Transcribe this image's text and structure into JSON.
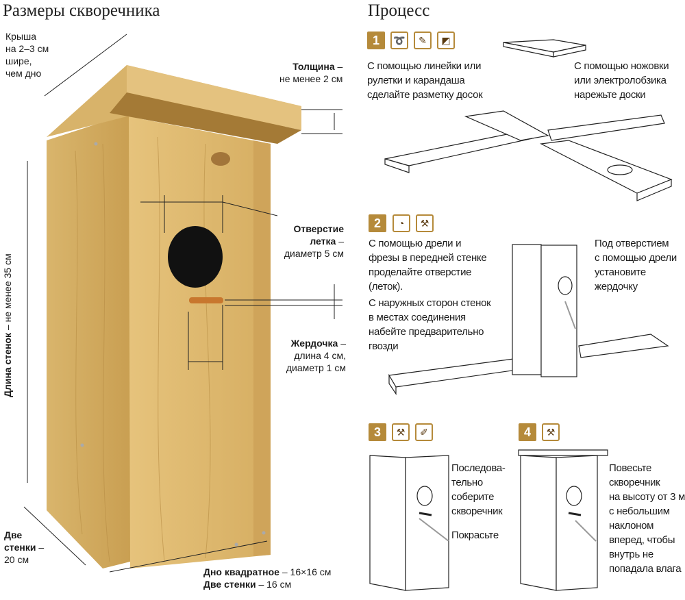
{
  "left": {
    "title": "Размеры скворечника",
    "roof": [
      "Крыша",
      "на 2–3 см",
      "шире,",
      "чем дно"
    ],
    "thickness": {
      "bold": "Толщина",
      "rest": " –",
      "line2": "не менее 2 см"
    },
    "hole": {
      "bold1": "Отверстие",
      "bold2": "летка",
      "rest2": " –",
      "line3": "диаметр 5 см"
    },
    "perch": {
      "bold": "Жердочка",
      "rest": " –",
      "line2": "длина 4 см,",
      "line3": "диаметр 1 см"
    },
    "wall_length": {
      "bold": "Длина стенок",
      "rest": " – не менее 35 см"
    },
    "two_walls_left": {
      "bold1": "Две",
      "bold2": "стенки",
      "rest2": " –",
      "line3": "20 см"
    },
    "bottom": {
      "bold": "Дно квадратное",
      "rest": " – 16×16 см"
    },
    "two_walls_bottom": {
      "bold": "Две стенки",
      "rest": " – 16 см"
    }
  },
  "right": {
    "title": "Процесс",
    "accent_color": "#b58a3a",
    "steps": [
      {
        "number": "1",
        "tools": [
          "tape-measure-icon",
          "pencil-icon",
          "saw-icon"
        ],
        "text_a": [
          "С помощью линейки или",
          "рулетки и карандаша",
          "сделайте разметку досок"
        ],
        "text_b": [
          "С помощью ножовки",
          "или электролобзика",
          "нарежьте доски"
        ]
      },
      {
        "number": "2",
        "tools": [
          "drill-icon",
          "hammer-icon"
        ],
        "text_a": [
          "С помощью дрели и",
          "фрезы в передней стенке",
          "проделайте отверстие",
          "(леток)."
        ],
        "text_a2": [
          "С наружных сторон стенок",
          "в местах соединения",
          "набейте предварительно",
          "гвозди"
        ],
        "text_b": [
          "Под отверстием",
          "с помощью дрели",
          "установите",
          "жердочку"
        ]
      },
      {
        "number": "3",
        "tools": [
          "hammer-icon",
          "brush-icon"
        ],
        "text_a": [
          "Последова-",
          "тельно",
          "соберите",
          "скворечник"
        ],
        "text_a2": [
          "Покрасьте"
        ]
      },
      {
        "number": "4",
        "tools": [
          "hammer-icon"
        ],
        "text_a": [
          "Повесьте",
          "скворечник",
          "на высоту от 3 м",
          "с небольшим",
          "наклоном",
          "вперед, чтобы",
          "внутрь не",
          "попадала влага"
        ]
      }
    ]
  }
}
